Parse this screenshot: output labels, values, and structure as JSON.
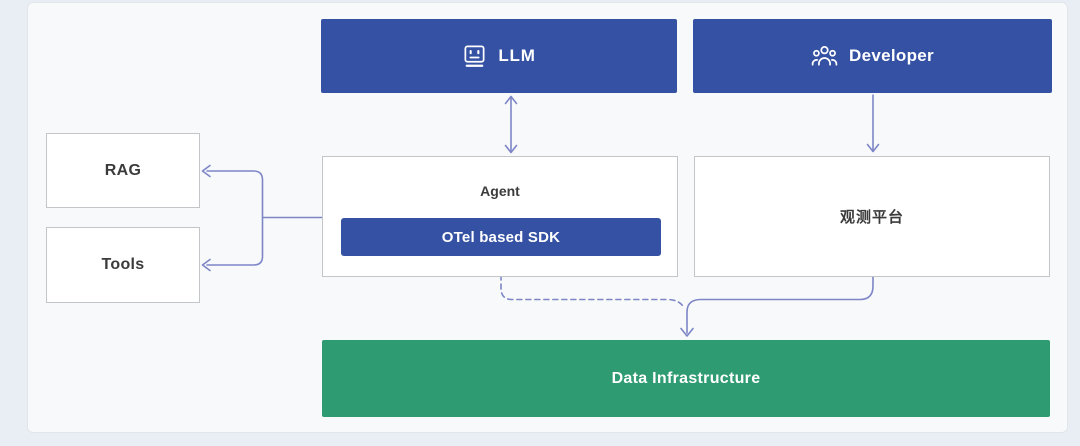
{
  "diagram": {
    "nodes": {
      "llm": {
        "label": "LLM",
        "icon": "robot-face-icon"
      },
      "developer": {
        "label": "Developer",
        "icon": "team-icon"
      },
      "rag": {
        "label": "RAG"
      },
      "tools": {
        "label": "Tools"
      },
      "agent": {
        "label": "Agent"
      },
      "otel_sdk": {
        "label": "OTel based SDK"
      },
      "observability_platform": {
        "label": "观测平台"
      },
      "data_infrastructure": {
        "label": "Data Infrastructure"
      }
    },
    "edges": [
      {
        "from": "llm",
        "to": "agent",
        "style": "solid",
        "arrows": "both"
      },
      {
        "from": "developer",
        "to": "observability_platform",
        "style": "solid",
        "arrows": "to"
      },
      {
        "from": "agent",
        "to": "rag",
        "style": "solid",
        "arrows": "to"
      },
      {
        "from": "agent",
        "to": "tools",
        "style": "solid",
        "arrows": "to"
      },
      {
        "from": "otel_sdk",
        "to": "data_infrastructure",
        "style": "dashed",
        "arrows": "to"
      },
      {
        "from": "observability_platform",
        "to": "data_infrastructure",
        "style": "solid",
        "arrows": "to"
      }
    ],
    "colors": {
      "primary_blue": "#3451a3",
      "green": "#2f9b72",
      "connector_purple": "#7d86c6",
      "panel_bg": "#f8f9fa",
      "outer_bg": "#e9eef5",
      "node_border": "#c3c5c8",
      "dark_text": "#3b3b3b"
    }
  }
}
